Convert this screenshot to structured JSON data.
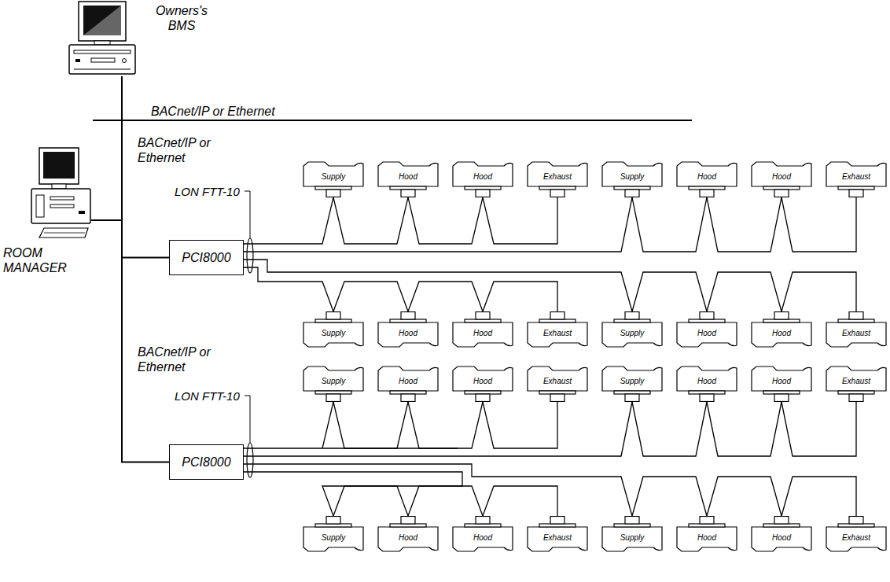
{
  "diagram": {
    "nodes": [
      {
        "text": [
          "Owners's BMS"
        ]
      },
      {
        "text": [
          "ROOM MANAGER"
        ]
      },
      {
        "text": [
          "PCI8000"
        ]
      },
      {
        "text": [
          "Supply"
        ]
      },
      {
        "text": [
          "Hood"
        ]
      },
      {
        "text": [
          "Hood"
        ]
      },
      {
        "text": [
          "Exhaust"
        ]
      },
      {
        "text": [
          "Supply"
        ]
      },
      {
        "text": [
          "Hood"
        ]
      },
      {
        "text": [
          "Hood"
        ]
      },
      {
        "text": [
          "Exhaust"
        ]
      },
      {
        "text": [
          "Supply"
        ]
      },
      {
        "text": [
          "Hood"
        ]
      },
      {
        "text": [
          "Hood"
        ]
      },
      {
        "text": [
          "Exhaust"
        ]
      },
      {
        "text": [
          "Supply"
        ]
      },
      {
        "text": [
          "Hood"
        ]
      },
      {
        "text": [
          "Hood"
        ]
      },
      {
        "text": [
          "Exhaust"
        ]
      },
      {
        "text": [
          "PCI8000"
        ]
      },
      {
        "text": [
          "Supply"
        ]
      },
      {
        "text": [
          "Hood"
        ]
      },
      {
        "text": [
          "Hood"
        ]
      },
      {
        "text": [
          "Exhaust"
        ]
      },
      {
        "text": [
          "Supply"
        ]
      },
      {
        "text": [
          "Hood"
        ]
      },
      {
        "text": [
          "Hood"
        ]
      },
      {
        "text": [
          "Exhaust"
        ]
      },
      {
        "text": [
          "Supply"
        ]
      },
      {
        "text": [
          "Hood"
        ]
      },
      {
        "text": [
          "Hood"
        ]
      },
      {
        "text": [
          "Exhaust"
        ]
      },
      {
        "text": [
          "Supply"
        ]
      },
      {
        "text": [
          "Hood"
        ]
      },
      {
        "text": [
          "Hood"
        ]
      },
      {
        "text": [
          "Exhaust"
        ]
      }
    ],
    "edges": [
      {
        "from": 0,
        "to": 1,
        "arrow": "none"
      },
      {
        "from": 1,
        "to": 2,
        "arrow": "none"
      },
      {
        "from": 1,
        "to": 19,
        "arrow": "none"
      },
      {
        "from": 2,
        "to": 3,
        "arrow": "none"
      },
      {
        "from": 3,
        "to": 4,
        "arrow": "none"
      },
      {
        "from": 4,
        "to": 5,
        "arrow": "none"
      },
      {
        "from": 5,
        "to": 6,
        "arrow": "none"
      },
      {
        "from": 2,
        "to": 7,
        "arrow": "none"
      },
      {
        "from": 7,
        "to": 8,
        "arrow": "none"
      },
      {
        "from": 8,
        "to": 9,
        "arrow": "none"
      },
      {
        "from": 9,
        "to": 10,
        "arrow": "none"
      },
      {
        "from": 2,
        "to": 11,
        "arrow": "none"
      },
      {
        "from": 11,
        "to": 12,
        "arrow": "none"
      },
      {
        "from": 12,
        "to": 13,
        "arrow": "none"
      },
      {
        "from": 13,
        "to": 14,
        "arrow": "none"
      },
      {
        "from": 2,
        "to": 15,
        "arrow": "none"
      },
      {
        "from": 15,
        "to": 16,
        "arrow": "none"
      },
      {
        "from": 16,
        "to": 17,
        "arrow": "none"
      },
      {
        "from": 17,
        "to": 18,
        "arrow": "none"
      },
      {
        "from": 19,
        "to": 20,
        "arrow": "none"
      },
      {
        "from": 20,
        "to": 21,
        "arrow": "none"
      },
      {
        "from": 21,
        "to": 22,
        "arrow": "none"
      },
      {
        "from": 22,
        "to": 23,
        "arrow": "none"
      },
      {
        "from": 19,
        "to": 24,
        "arrow": "none"
      },
      {
        "from": 24,
        "to": 25,
        "arrow": "none"
      },
      {
        "from": 25,
        "to": 26,
        "arrow": "none"
      },
      {
        "from": 26,
        "to": 27,
        "arrow": "none"
      },
      {
        "from": 19,
        "to": 28,
        "arrow": "none"
      },
      {
        "from": 28,
        "to": 29,
        "arrow": "none"
      },
      {
        "from": 29,
        "to": 30,
        "arrow": "none"
      },
      {
        "from": 30,
        "to": 31,
        "arrow": "none"
      },
      {
        "from": 19,
        "to": 32,
        "arrow": "none"
      },
      {
        "from": 32,
        "to": 33,
        "arrow": "none"
      },
      {
        "from": 33,
        "to": 34,
        "arrow": "none"
      },
      {
        "from": 34,
        "to": 35,
        "arrow": "none"
      }
    ],
    "labels": [
      "BACnet/IP or Ethernet",
      "BACnet/IP or Ethernet",
      "BACnet/IP or Ethernet",
      "LON FTT-10",
      "LON FTT-10"
    ]
  }
}
